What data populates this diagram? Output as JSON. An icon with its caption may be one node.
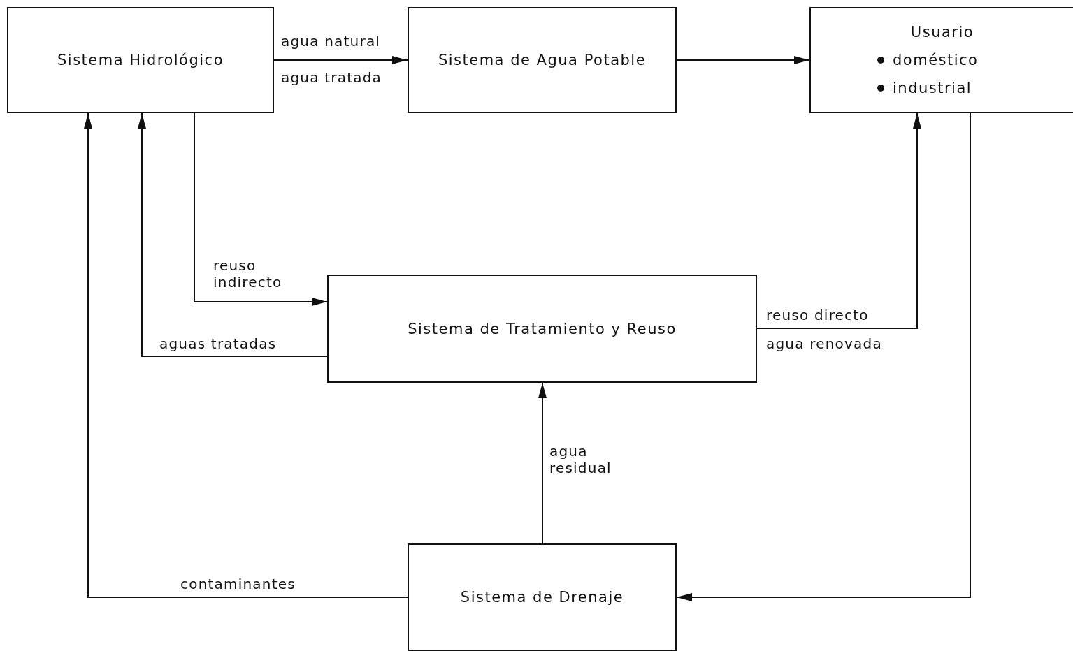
{
  "diagram": {
    "nodes": [
      {
        "text": [
          "Sistema Hidrológico"
        ]
      },
      {
        "text": [
          "Sistema de Agua Potable"
        ]
      },
      {
        "text": [
          "Usuario",
          "doméstico",
          "industrial"
        ]
      },
      {
        "text": [
          "Sistema de Tratamiento y Reuso"
        ]
      },
      {
        "text": [
          "Sistema de Drenaje"
        ]
      }
    ],
    "edges": [
      {
        "from": 0,
        "to": 1,
        "arrow": "to",
        "label": "agua natural"
      },
      {
        "from": 1,
        "to": 2,
        "arrow": "to"
      },
      {
        "from": 0,
        "to": 3,
        "arrow": "to",
        "label": "reuso indirecto"
      },
      {
        "from": 3,
        "to": 0,
        "arrow": "to",
        "label": "aguas tratadas"
      },
      {
        "from": 3,
        "to": 2,
        "arrow": "to",
        "label": "reuso directo"
      },
      {
        "from": 4,
        "to": 3,
        "arrow": "to",
        "label": "agua residual"
      },
      {
        "from": 4,
        "to": 0,
        "arrow": "to",
        "label": "contaminantes"
      },
      {
        "from": 2,
        "to": 4,
        "arrow": "to"
      }
    ],
    "labels": [
      "agua tratada",
      "agua renovada"
    ]
  }
}
